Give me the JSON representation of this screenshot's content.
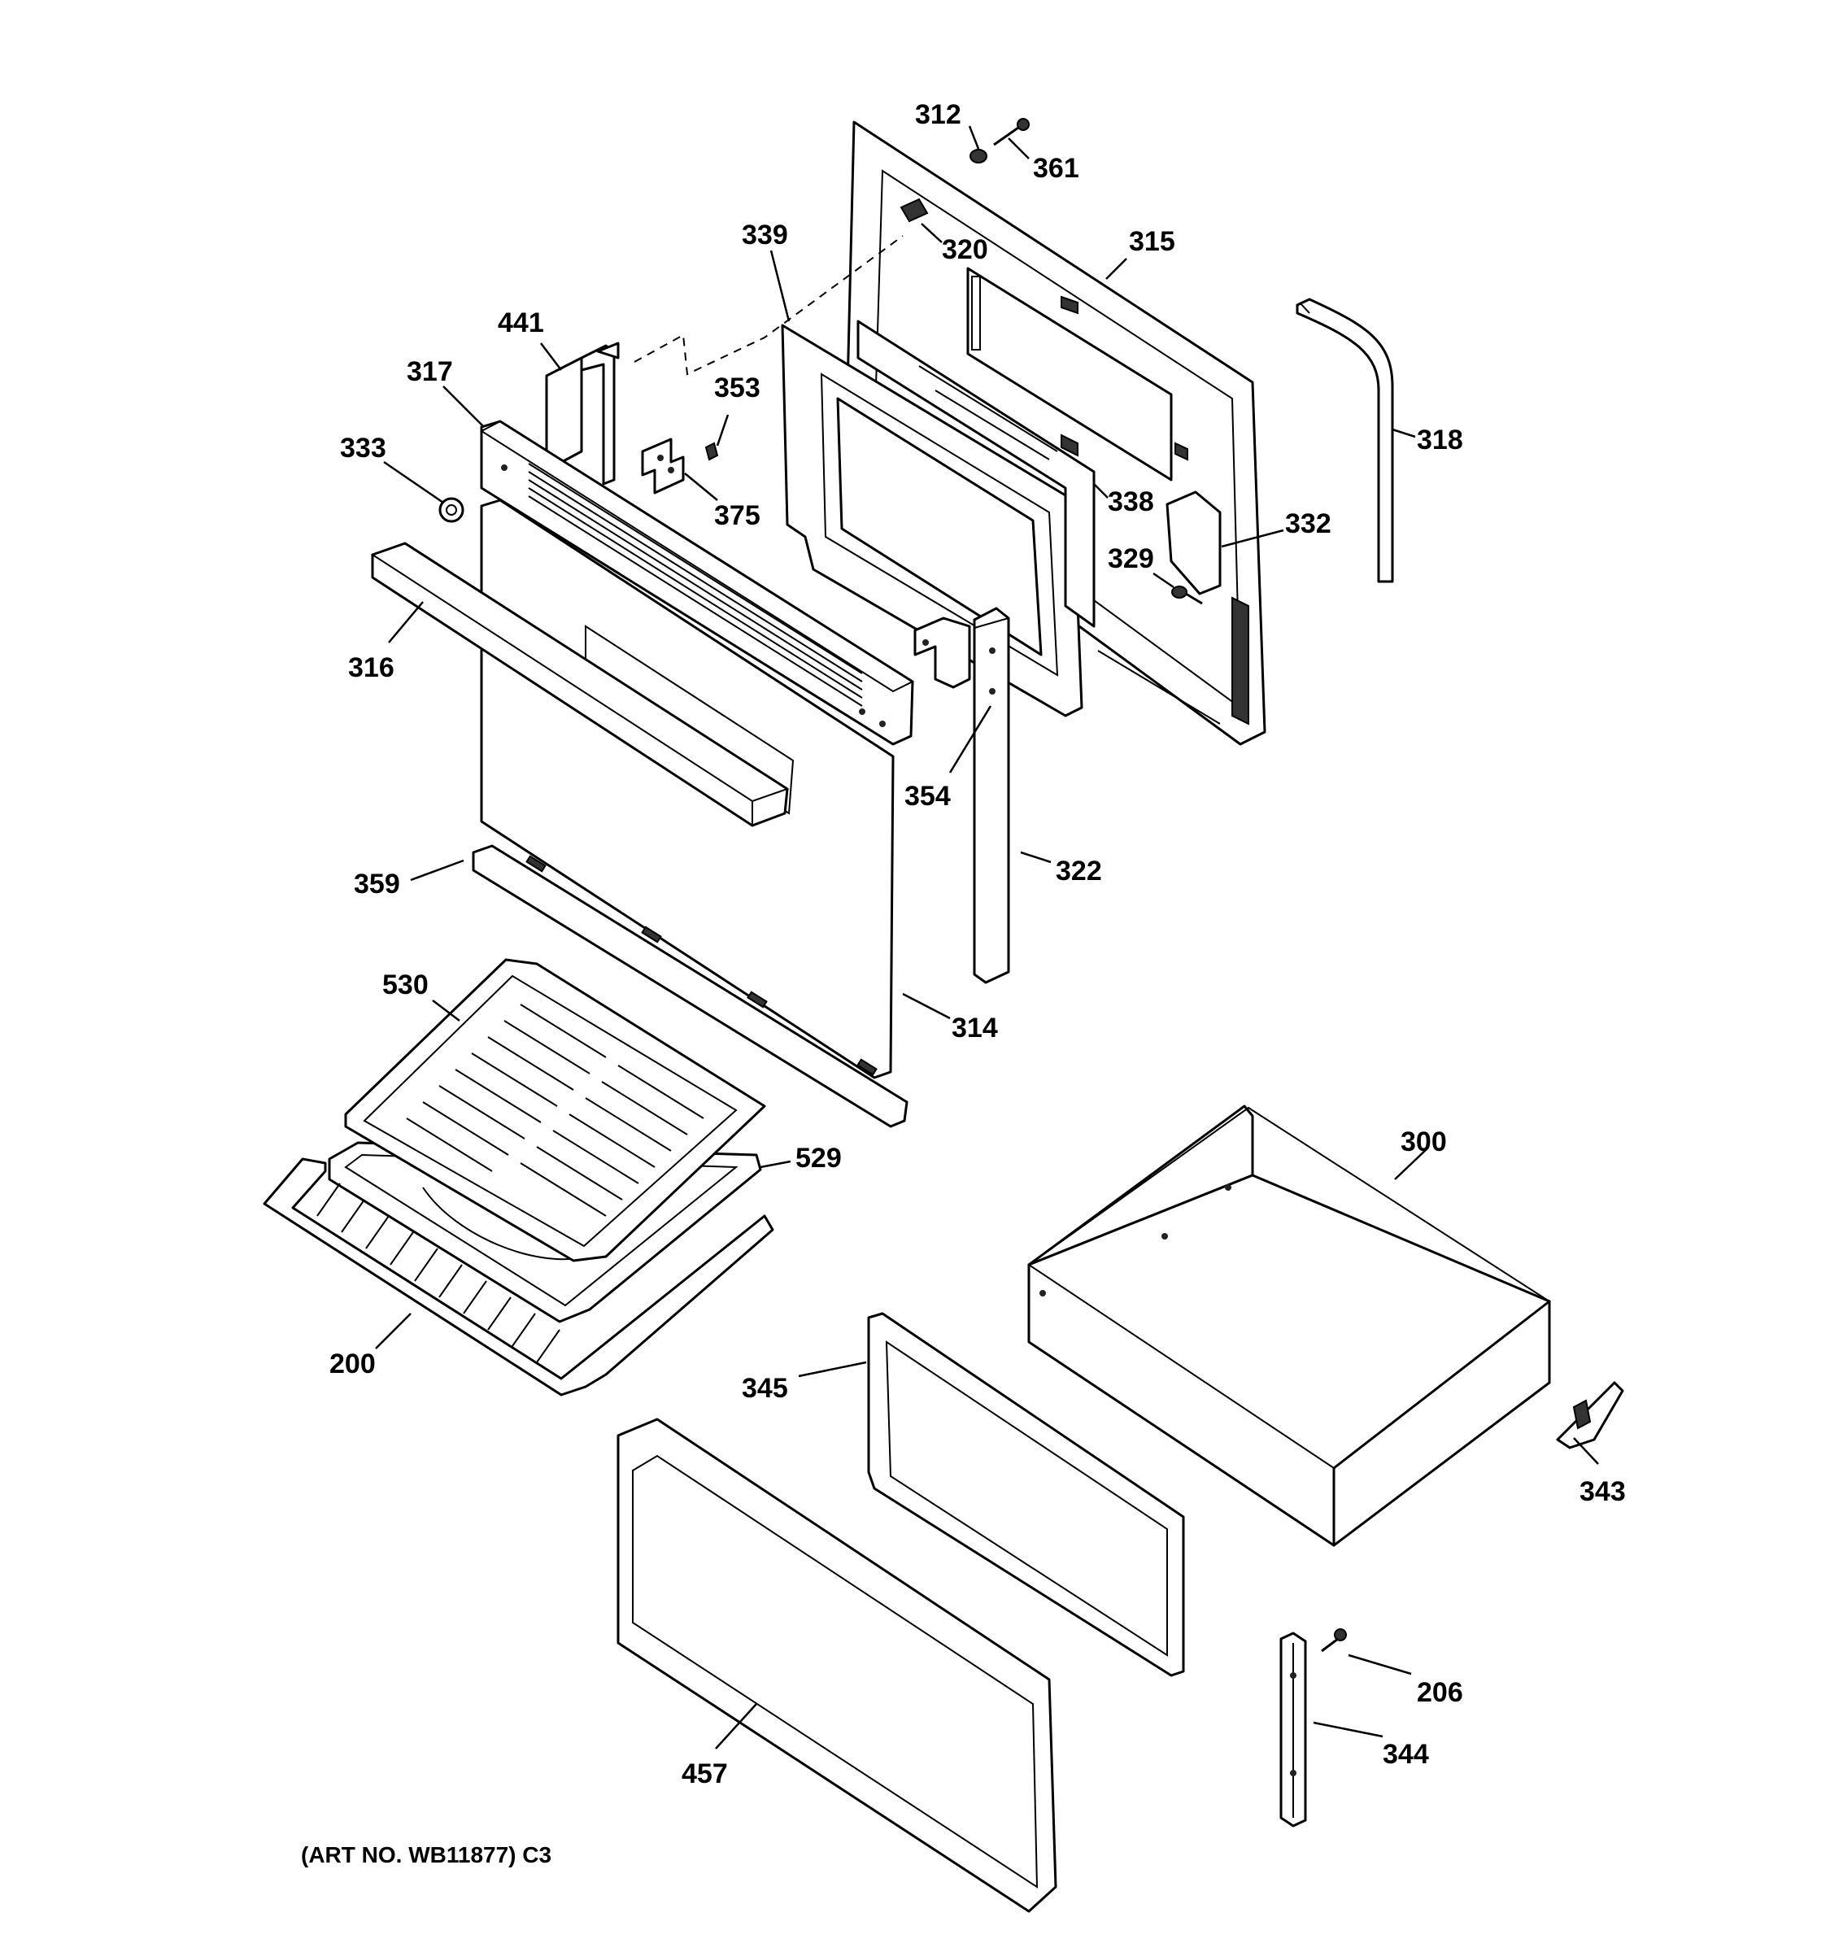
{
  "labels": {
    "p312": "312",
    "p361": "361",
    "p320": "320",
    "p339": "339",
    "p315": "315",
    "p441": "441",
    "p317": "317",
    "p353": "353",
    "p333": "333",
    "p375": "375",
    "p318": "318",
    "p338": "338",
    "p332": "332",
    "p329": "329",
    "p316": "316",
    "p354": "354",
    "p322": "322",
    "p359": "359",
    "p530": "530",
    "p314": "314",
    "p300": "300",
    "p529": "529",
    "p200": "200",
    "p345": "345",
    "p343": "343",
    "p206": "206",
    "p344": "344",
    "p457": "457"
  },
  "art_number": "(ART NO. WB11877) C3"
}
